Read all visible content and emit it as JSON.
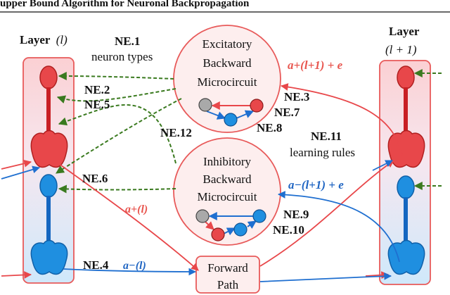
{
  "header": {
    "title": "upper Bound Algorithm for Neuronal Backpropagation"
  },
  "layers": {
    "left": {
      "title": "Layer",
      "index": "(l)"
    },
    "right": {
      "title": "Layer",
      "index": "(l + 1)"
    }
  },
  "circuits": {
    "excitatory": {
      "line1": "Excitatory",
      "line2": "Backward",
      "line3": "Microcircuit"
    },
    "inhibitory": {
      "line1": "Inhibitory",
      "line2": "Backward",
      "line3": "Microcircuit"
    },
    "forward": {
      "line1": "Forward",
      "line2": "Path"
    }
  },
  "labels": {
    "ne1": "NE.1",
    "ne1_desc": "neuron types",
    "ne2": "NE.2",
    "ne5": "NE.5",
    "ne3": "NE.3",
    "ne7": "NE.7",
    "ne8": "NE.8",
    "ne12": "NE.12",
    "ne11": "NE.11",
    "ne11_desc": "learning rules",
    "ne6": "NE.6",
    "ne9": "NE.9",
    "ne10": "NE.10",
    "ne4": "NE.4"
  },
  "math": {
    "a_plus_l": "a+(l)",
    "a_plus_l1_e": "a+(l+1) + e",
    "a_minus_l": "a−(l)",
    "a_minus_l1_e": "a−(l+1) + e"
  },
  "colors": {
    "excitatory": "#e8474a",
    "inhibitory": "#1f8fe0",
    "feedback": "#3a7a1f",
    "layer_fill_top": "#fbd3d3",
    "layer_fill_bottom": "#d4ecfb"
  }
}
